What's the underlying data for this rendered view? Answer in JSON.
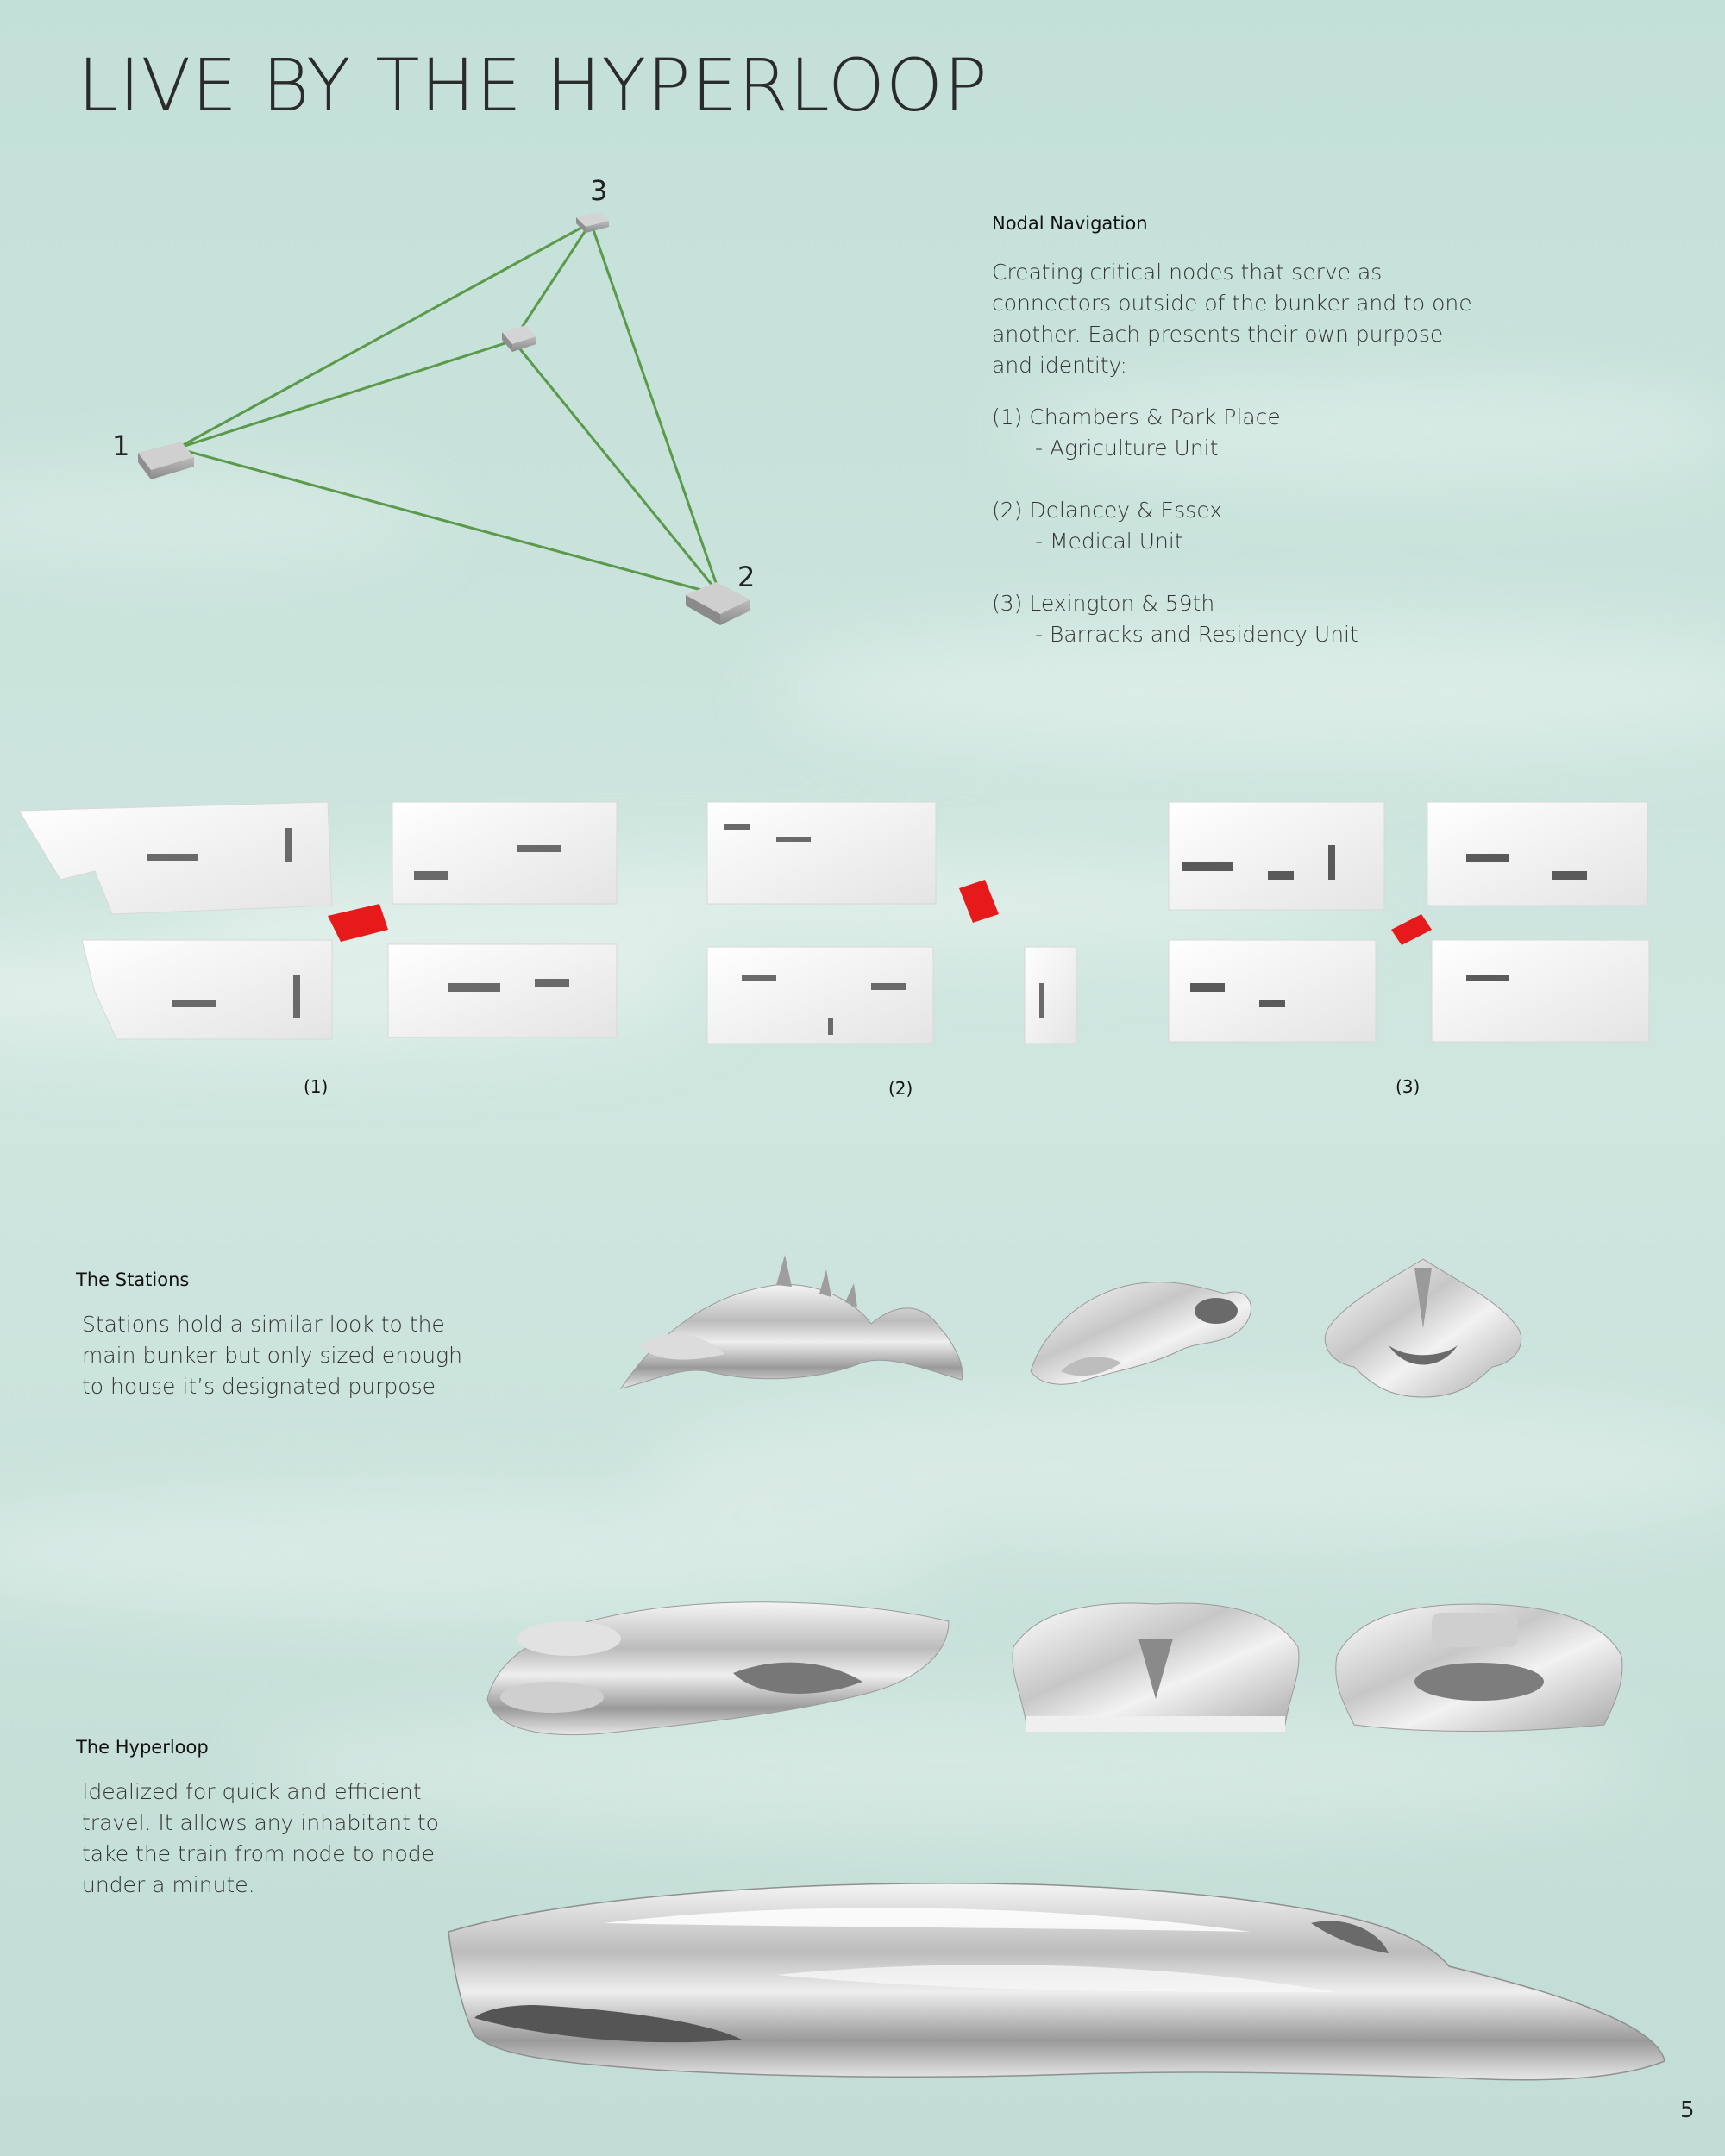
{
  "page": {
    "title": "LIVE BY THE HYPERLOOP",
    "page_number": "5",
    "background_color": "#c9e3dc",
    "network_line_color": "#5a9a4a",
    "site_marker_color": "#e61a1a"
  },
  "nodal": {
    "heading": "Nodal Navigation",
    "intro": [
      "Creating critical nodes that serve as",
      "connectors outside of the bunker and to one",
      "another.  Each presents their own purpose",
      "and identity:"
    ],
    "nodes": [
      {
        "label": "(1) Chambers & Park Place",
        "unit": "- Agriculture Unit"
      },
      {
        "label": "(2) Delancey & Essex",
        "unit": "- Medical Unit"
      },
      {
        "label": "(3) Lexington & 59th",
        "unit": "- Barracks and Residency Unit"
      }
    ],
    "diagram_labels": {
      "n1": "1",
      "n2": "2",
      "n3": "3"
    }
  },
  "plans": {
    "labels": [
      "(1)",
      "(2)",
      "(3)"
    ]
  },
  "stations": {
    "heading": "The Stations",
    "body": [
      "Stations hold a similar look to the",
      "main bunker but only sized enough",
      "to house it’s designated purpose"
    ]
  },
  "hyperloop": {
    "heading": "The Hyperloop",
    "body": [
      "Idealized for quick and efficient",
      "travel. It allows any inhabitant to",
      "take the train from node to node",
      "under a minute."
    ]
  }
}
